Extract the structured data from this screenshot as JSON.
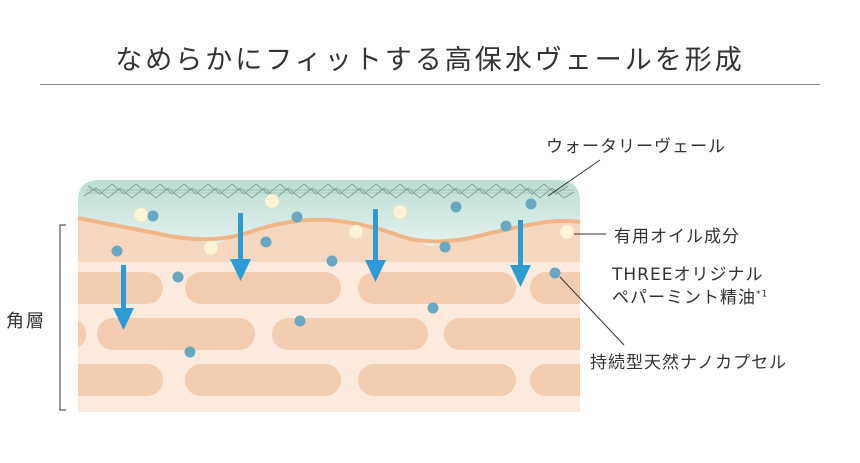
{
  "title": "なめらかにフィットする高保水ヴェールを形成",
  "labels": {
    "veil": "ウォータリーヴェール",
    "oil": "有用オイル成分",
    "original_line1": "THREEオリジナル",
    "original_line2": "ペパーミント精油",
    "original_note": "*1",
    "capsule": "持続型天然ナノカプセル",
    "stratum": "角層"
  },
  "colors": {
    "veil": "#cfe6e0",
    "skin_top": "#f6d7bf",
    "cell": "#f2c7a7",
    "gap": "#fbeadd",
    "wave": "#efb789",
    "arrow": "#2f9bd4",
    "capsule_dot": "#6aa8c0",
    "oil_dot": "#fdf3d6"
  }
}
